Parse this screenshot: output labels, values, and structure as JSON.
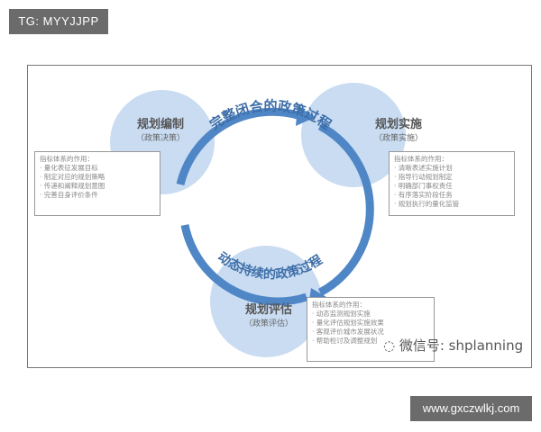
{
  "watermark_top": "TG: MYYJJPP",
  "watermark_bottom": "www.gxczwlkj.com",
  "wechat": "微信号: shplanning",
  "ring": {
    "top": "完整闭合的政策过程",
    "bottom": "动态持续的政策过程"
  },
  "colors": {
    "circle": "#c9dcf2",
    "ring": "#4f86c6"
  },
  "nodes": [
    {
      "title": "规划编制",
      "sub": "（政策决策）",
      "heading": "指标体系的作用：",
      "items": [
        "量化表征发展目标",
        "制定对应的规划策略",
        "传递和阐释规划意图",
        "完善自身评价条件"
      ]
    },
    {
      "title": "规划实施",
      "sub": "（政策实施）",
      "heading": "指标体系的作用：",
      "items": [
        "清晰表述实施计划",
        "指导行动规划制定",
        "明确部门事权责任",
        "有序落实阶段任务",
        "规划执行的量化监管"
      ]
    },
    {
      "title": "规划评估",
      "sub": "（政策评估）",
      "heading": "指标体系的作用：",
      "items": [
        "动态监测规划实施",
        "量化评估规划实施效果",
        "客观评价城市发展状况",
        "帮助检讨及调整规划"
      ]
    }
  ]
}
